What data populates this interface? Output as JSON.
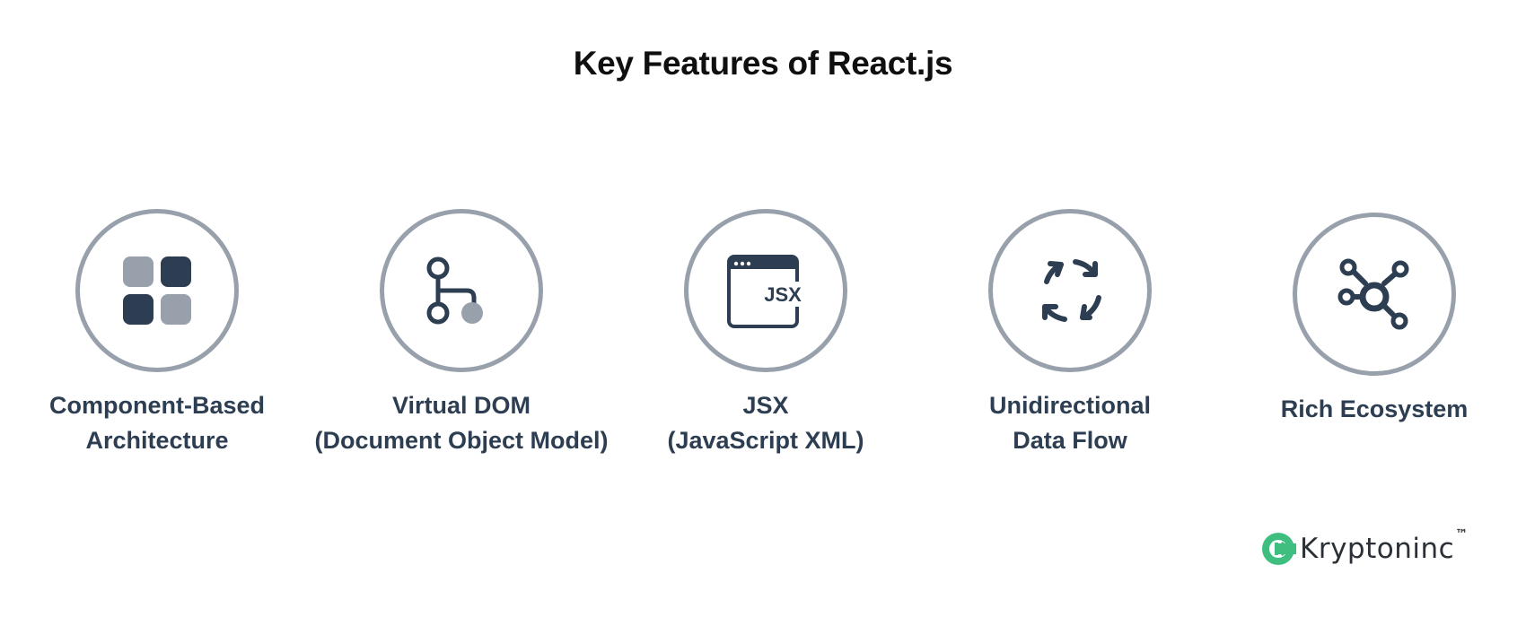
{
  "title": "Key Features of React.js",
  "features": [
    {
      "icon": "component-grid-icon",
      "line1": "Component-Based",
      "line2": "Architecture"
    },
    {
      "icon": "git-branch-icon",
      "line1": "Virtual DOM",
      "line2": "(Document Object Model)"
    },
    {
      "icon": "jsx-window-icon",
      "line1": "JSX",
      "line2": "(JavaScript XML)"
    },
    {
      "icon": "refresh-arrows-icon",
      "line1": "Unidirectional",
      "line2": "Data Flow"
    },
    {
      "icon": "network-hub-icon",
      "line1": "Rich Ecosystem",
      "line2": ""
    }
  ],
  "jsx_icon_text": "JSX",
  "brand": {
    "name": "Kryptoninc",
    "trademark": "™"
  },
  "colors": {
    "circle_border": "#97a0ab",
    "icon_dark": "#2d3e52",
    "icon_light": "#97a0ab",
    "label_text": "#2d3e52",
    "title_text": "#0f0f0f",
    "brand_accent": "#3fbf7f",
    "brand_text": "#2b2f36"
  }
}
